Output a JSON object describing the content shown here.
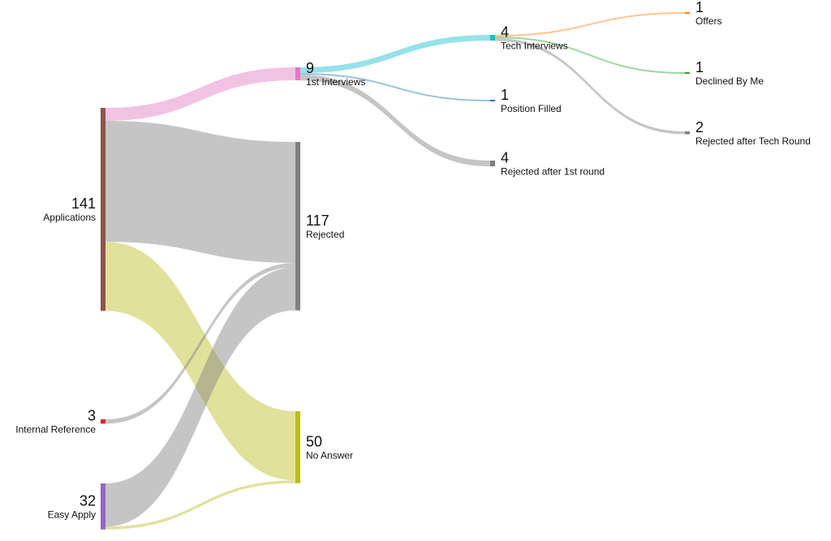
{
  "chart_data": {
    "type": "sankey",
    "nodes": [
      {
        "id": "applications",
        "label": "Applications",
        "value": 141,
        "color": "#8c564b",
        "column": 0,
        "label_side": "left"
      },
      {
        "id": "internal_reference",
        "label": "Internal Reference",
        "value": 3,
        "color": "#d62728",
        "column": 0,
        "label_side": "left"
      },
      {
        "id": "easy_apply",
        "label": "Easy Apply",
        "value": 32,
        "color": "#9467bd",
        "column": 0,
        "label_side": "left"
      },
      {
        "id": "first_interviews",
        "label": "1st Interviews",
        "value": 9,
        "color": "#e377c2",
        "column": 1,
        "label_side": "right"
      },
      {
        "id": "rejected",
        "label": "Rejected",
        "value": 117,
        "color": "#7f7f7f",
        "column": 1,
        "label_side": "right"
      },
      {
        "id": "no_answer",
        "label": "No Answer",
        "value": 50,
        "color": "#bcbd22",
        "column": 1,
        "label_side": "right"
      },
      {
        "id": "tech_interviews",
        "label": "Tech Interviews",
        "value": 4,
        "color": "#17becf",
        "column": 2,
        "label_side": "right"
      },
      {
        "id": "position_filled",
        "label": "Position Filled",
        "value": 1,
        "color": "#1f77b4",
        "column": 2,
        "label_side": "right"
      },
      {
        "id": "rejected_after_first_round",
        "label": "Rejected after 1st round",
        "value": 4,
        "color": "#7f7f7f",
        "column": 2,
        "label_side": "right"
      },
      {
        "id": "offers",
        "label": "Offers",
        "value": 1,
        "color": "#ff7f0e",
        "column": 3,
        "label_side": "right"
      },
      {
        "id": "declined_by_me",
        "label": "Declined By Me",
        "value": 1,
        "color": "#2ca02c",
        "column": 3,
        "label_side": "right"
      },
      {
        "id": "rejected_after_tech_round",
        "label": "Rejected after Tech Round",
        "value": 2,
        "color": "#7f7f7f",
        "column": 3,
        "label_side": "right"
      }
    ],
    "links": [
      {
        "source": "applications",
        "target": "first_interviews",
        "value": 9,
        "color": "#e377c2"
      },
      {
        "source": "applications",
        "target": "rejected",
        "value": 84,
        "color": "#7f7f7f"
      },
      {
        "source": "applications",
        "target": "no_answer",
        "value": 48,
        "color": "#bcbd22"
      },
      {
        "source": "internal_reference",
        "target": "rejected",
        "value": 3,
        "color": "#7f7f7f"
      },
      {
        "source": "easy_apply",
        "target": "rejected",
        "value": 30,
        "color": "#7f7f7f"
      },
      {
        "source": "easy_apply",
        "target": "no_answer",
        "value": 2,
        "color": "#bcbd22"
      },
      {
        "source": "first_interviews",
        "target": "tech_interviews",
        "value": 4,
        "color": "#17becf"
      },
      {
        "source": "first_interviews",
        "target": "position_filled",
        "value": 1,
        "color": "#1f77b4"
      },
      {
        "source": "first_interviews",
        "target": "rejected_after_first_round",
        "value": 4,
        "color": "#7f7f7f"
      },
      {
        "source": "tech_interviews",
        "target": "offers",
        "value": 1,
        "color": "#ff7f0e"
      },
      {
        "source": "tech_interviews",
        "target": "declined_by_me",
        "value": 1,
        "color": "#2ca02c"
      },
      {
        "source": "tech_interviews",
        "target": "rejected_after_tech_round",
        "value": 2,
        "color": "#7f7f7f"
      }
    ]
  }
}
